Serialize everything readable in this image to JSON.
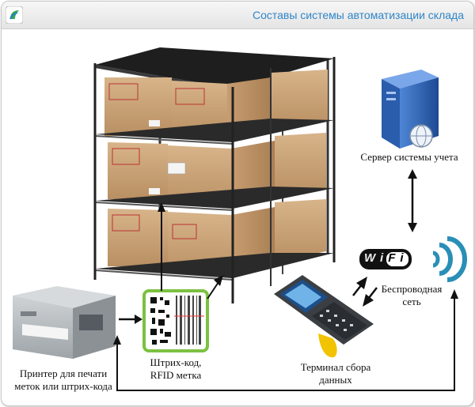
{
  "header": {
    "title": "Составы системы автоматизации склада"
  },
  "nodes": {
    "server": {
      "label": "Сервер системы учета"
    },
    "wifi": {
      "badge": "WiFi"
    },
    "wireless": {
      "line1": "Беспроводная",
      "line2": "сеть"
    },
    "terminal": {
      "line1": "Терминал сбора",
      "line2": "данных"
    },
    "barcode": {
      "line1": "Штрих-код,",
      "line2": "RFID метка"
    },
    "printer": {
      "line1": "Принтер для печати",
      "line2": "меток или штрих-кода"
    }
  },
  "colors": {
    "title": "#2f86c8",
    "box": "#c9a37a",
    "shelf": "#1e1e1e",
    "wifi_wave": "#2a8fb6",
    "barcode_frame": "#7cc142",
    "server": "#2f5fa8"
  }
}
